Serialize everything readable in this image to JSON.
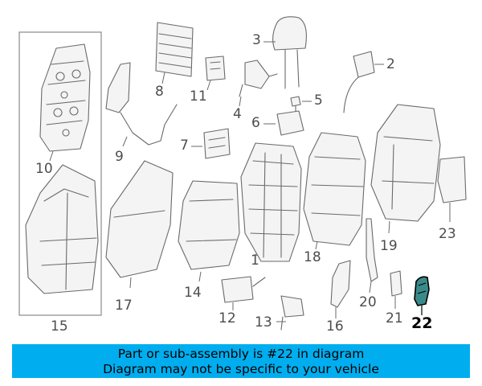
{
  "labels": [
    {
      "id": "1",
      "text": "1"
    },
    {
      "id": "2",
      "text": "2"
    },
    {
      "id": "3",
      "text": "3"
    },
    {
      "id": "4",
      "text": "4"
    },
    {
      "id": "5",
      "text": "5"
    },
    {
      "id": "6",
      "text": "6"
    },
    {
      "id": "7",
      "text": "7"
    },
    {
      "id": "8",
      "text": "8"
    },
    {
      "id": "9",
      "text": "9"
    },
    {
      "id": "10",
      "text": "10"
    },
    {
      "id": "11",
      "text": "11"
    },
    {
      "id": "12",
      "text": "12"
    },
    {
      "id": "13",
      "text": "13"
    },
    {
      "id": "14",
      "text": "14"
    },
    {
      "id": "15",
      "text": "15"
    },
    {
      "id": "16",
      "text": "16"
    },
    {
      "id": "17",
      "text": "17"
    },
    {
      "id": "18",
      "text": "18"
    },
    {
      "id": "19",
      "text": "19"
    },
    {
      "id": "20",
      "text": "20"
    },
    {
      "id": "21",
      "text": "21"
    },
    {
      "id": "22",
      "text": "22"
    },
    {
      "id": "23",
      "text": "23"
    }
  ],
  "highlighted_part": "22",
  "highlight_color": "#3a8a8a",
  "banner": {
    "line1": "Part or sub-assembly is #22 in diagram",
    "line2": "Diagram may not be specific to your vehicle",
    "background": "#00aeef"
  }
}
